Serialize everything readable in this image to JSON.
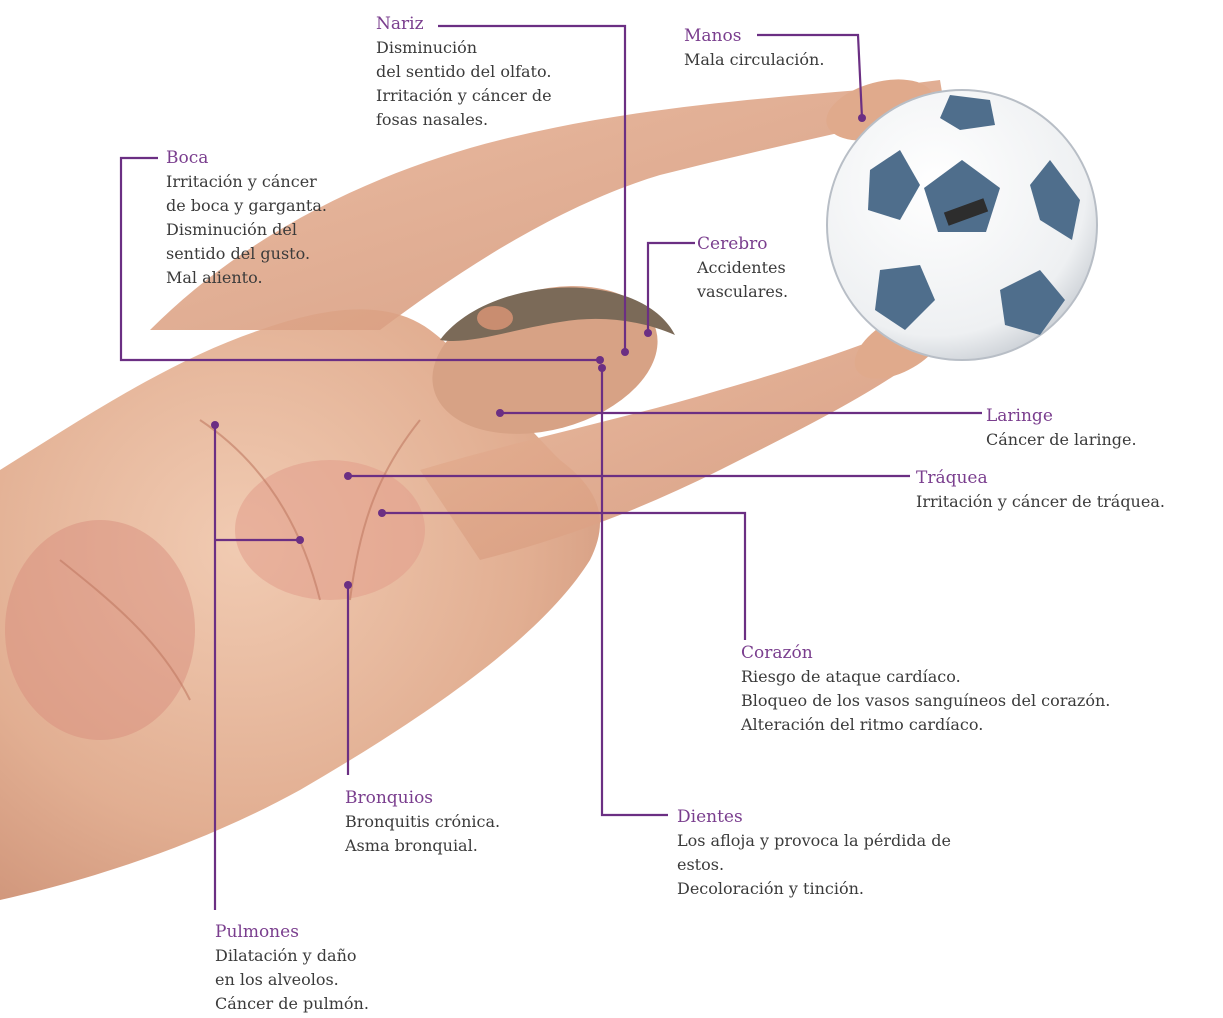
{
  "labels": {
    "nariz": {
      "title": "Nariz",
      "lines": [
        "Disminución",
        "del sentido del olfato.",
        "Irritación y cáncer de",
        "fosas nasales."
      ]
    },
    "manos": {
      "title": "Manos",
      "lines": [
        "Mala circulación."
      ]
    },
    "boca": {
      "title": "Boca",
      "lines": [
        "Irritación y cáncer",
        "de boca y garganta.",
        "Disminución del",
        "sentido del gusto.",
        "Mal aliento."
      ]
    },
    "cerebro": {
      "title": "Cerebro",
      "lines": [
        "Accidentes",
        "vasculares."
      ]
    },
    "laringe": {
      "title": "Laringe",
      "lines": [
        "Cáncer de laringe."
      ]
    },
    "traquea": {
      "title": "Tráquea",
      "lines": [
        "Irritación y cáncer de tráquea."
      ]
    },
    "corazon": {
      "title": "Corazón",
      "lines": [
        "Riesgo de ataque cardíaco.",
        "Bloqueo de los vasos sanguíneos del corazón.",
        "Alteración del ritmo cardíaco."
      ]
    },
    "bronquios": {
      "title": "Bronquios",
      "lines": [
        "Bronquitis crónica.",
        "Asma bronquial."
      ]
    },
    "dientes": {
      "title": "Dientes",
      "lines": [
        "Los afloja y provoca la pérdida de",
        "estos.",
        "Decoloración y tinción."
      ]
    },
    "pulmones": {
      "title": "Pulmones",
      "lines": [
        "Dilatación y daño",
        "en los alveolos.",
        "Cáncer de pulmón."
      ]
    }
  },
  "colors": {
    "accent": "#7a3e8e",
    "leader": "#6b2f83",
    "text": "#3b3b3b",
    "skin": "#e6b89a",
    "muscle": "#d99a82",
    "ball_panel": "#4f6e8c"
  },
  "illustration": {
    "subject": "anatomical-figure-reaching-for-soccer-ball"
  }
}
